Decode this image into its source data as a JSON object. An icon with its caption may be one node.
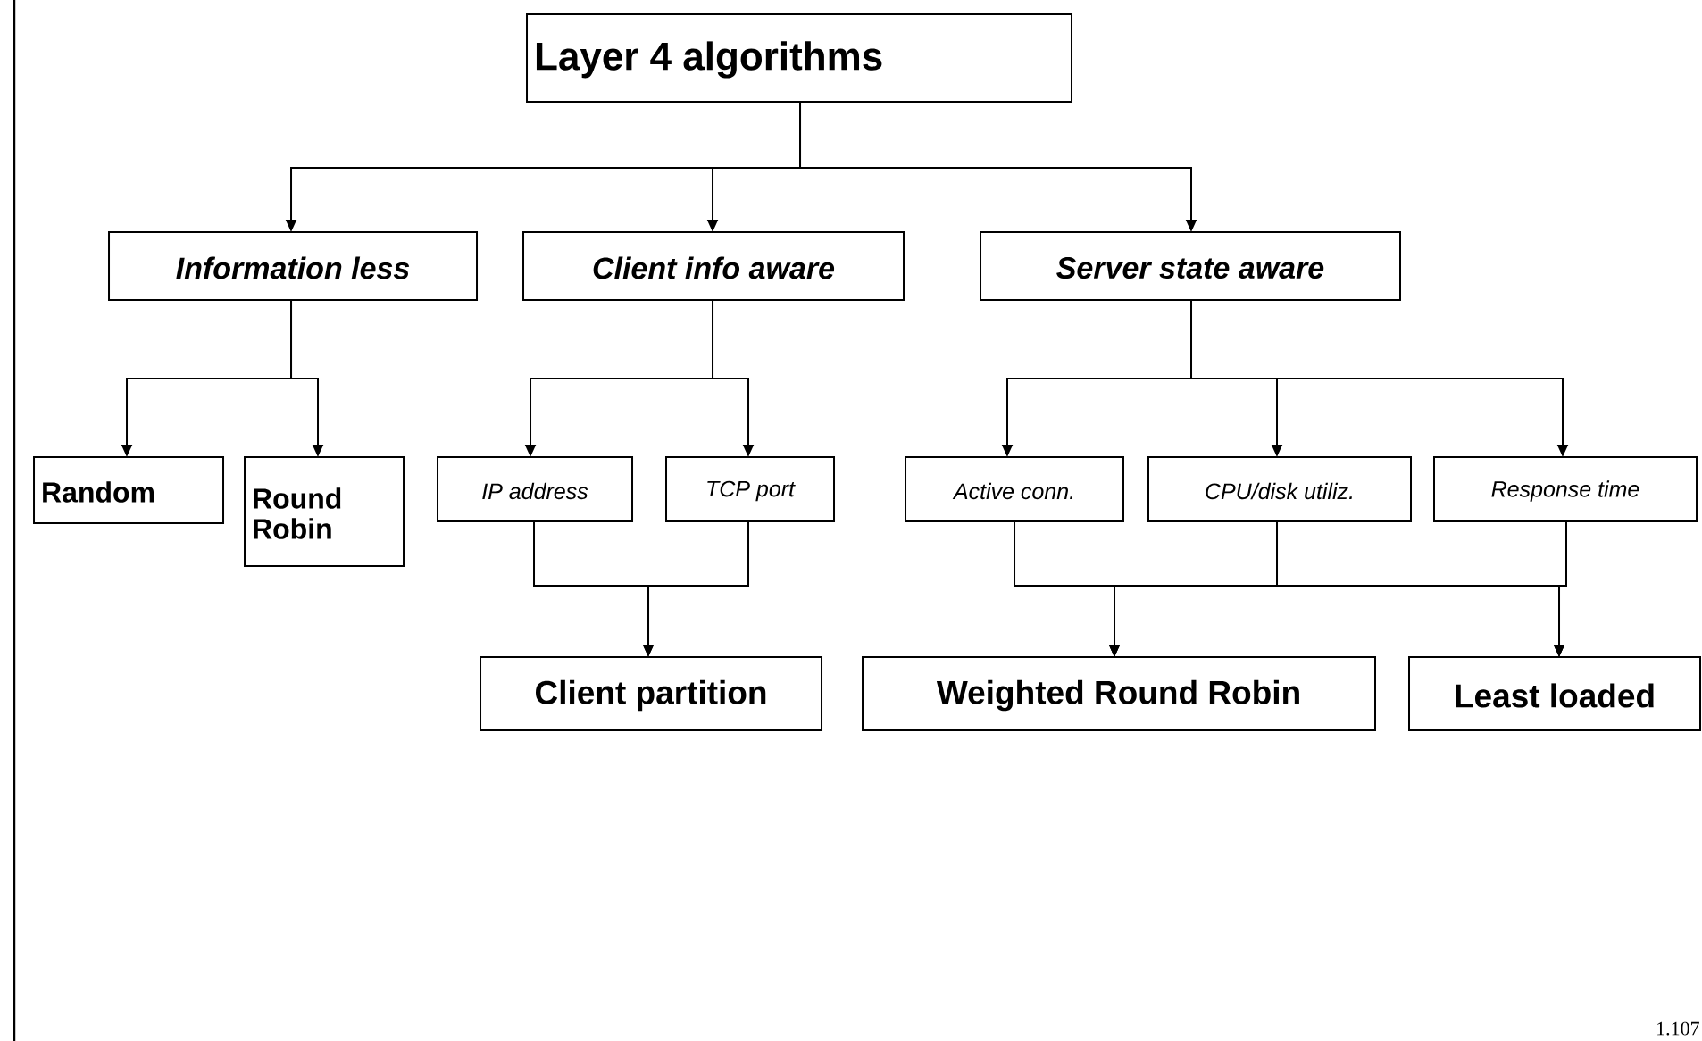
{
  "diagram": {
    "nodes": [
      {
        "text": [
          "Layer 4 algorithms"
        ]
      },
      {
        "text": [
          "Information less"
        ]
      },
      {
        "text": [
          "Client info aware"
        ]
      },
      {
        "text": [
          "Server state aware"
        ]
      },
      {
        "text": [
          "Random"
        ]
      },
      {
        "text": [
          "Round Robin"
        ]
      },
      {
        "text": [
          "IP address"
        ]
      },
      {
        "text": [
          "TCP port"
        ]
      },
      {
        "text": [
          "Active conn."
        ]
      },
      {
        "text": [
          "CPU/disk utiliz."
        ]
      },
      {
        "text": [
          "Response time"
        ]
      },
      {
        "text": [
          "Client partition"
        ]
      },
      {
        "text": [
          "Weighted Round Robin"
        ]
      },
      {
        "text": [
          "Least loaded"
        ]
      }
    ],
    "edges": [
      {
        "from": 0,
        "to": 1,
        "arrow": "to"
      },
      {
        "from": 0,
        "to": 2,
        "arrow": "to"
      },
      {
        "from": 0,
        "to": 3,
        "arrow": "to"
      },
      {
        "from": 1,
        "to": 4,
        "arrow": "to"
      },
      {
        "from": 1,
        "to": 5,
        "arrow": "to"
      },
      {
        "from": 2,
        "to": 6,
        "arrow": "to"
      },
      {
        "from": 2,
        "to": 7,
        "arrow": "to"
      },
      {
        "from": 3,
        "to": 8,
        "arrow": "to"
      },
      {
        "from": 3,
        "to": 9,
        "arrow": "to"
      },
      {
        "from": 3,
        "to": 10,
        "arrow": "to"
      },
      {
        "from": 6,
        "to": 11,
        "arrow": "to"
      },
      {
        "from": 7,
        "to": 11,
        "arrow": "to"
      },
      {
        "from": 8,
        "to": 12,
        "arrow": "to"
      },
      {
        "from": 9,
        "to": 12,
        "arrow": "to"
      },
      {
        "from": 10,
        "to": 12,
        "arrow": "to"
      },
      {
        "from": 8,
        "to": 13,
        "arrow": "to"
      },
      {
        "from": 9,
        "to": 13,
        "arrow": "to"
      },
      {
        "from": 10,
        "to": 13,
        "arrow": "to"
      }
    ],
    "labels": [
      "1.107"
    ]
  }
}
